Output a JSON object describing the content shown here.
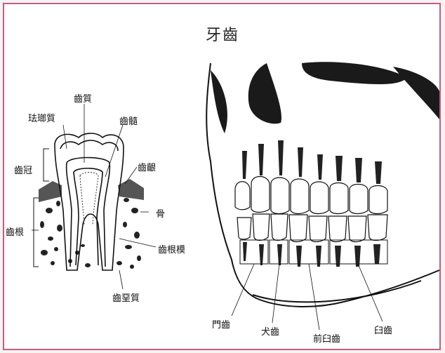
{
  "title": "牙齒",
  "colors": {
    "frame": "#c65a87",
    "ink": "#111111",
    "paper": "#ffffff"
  },
  "tooth_diagram": {
    "labels": {
      "enamel": "珐瑯質",
      "dentin": "齒質",
      "pulp": "齒髓",
      "crown": "齒冠",
      "gum": "齒齦",
      "bone": "骨",
      "root": "齒根",
      "periodontal_membrane": "齒根模",
      "cementum": "齒堊質"
    }
  },
  "skull_diagram": {
    "labels": {
      "incisor": "門齒",
      "canine": "犬齒",
      "premolar": "前臼齒",
      "molar": "臼齒"
    }
  }
}
